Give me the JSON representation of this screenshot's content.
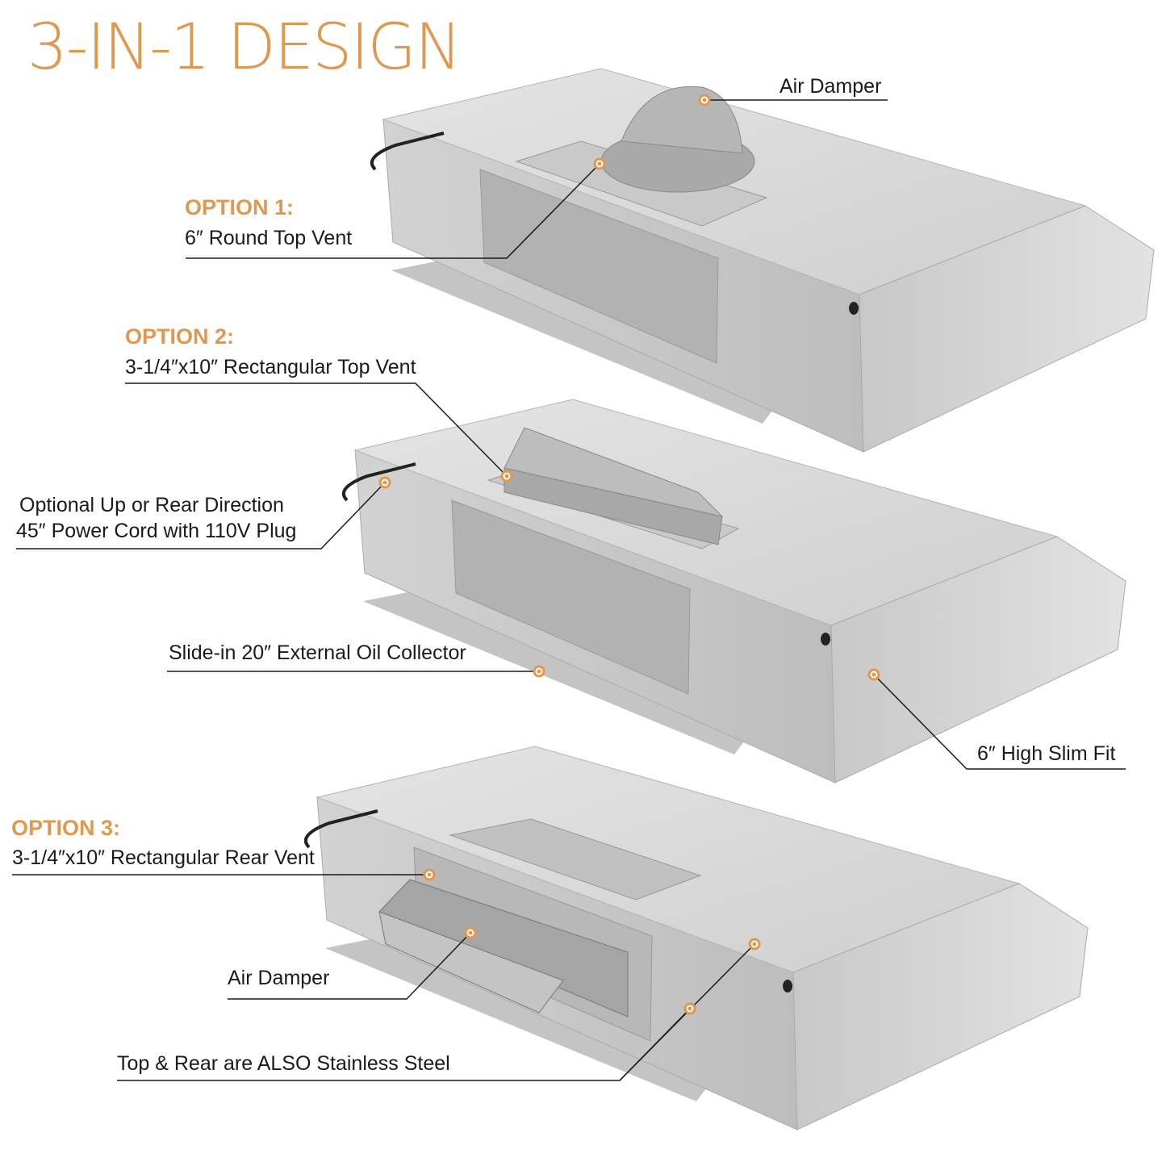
{
  "title": "3-IN-1 DESIGN",
  "accent_color": "#e0984f",
  "callouts": {
    "air_damper_top": "Air Damper",
    "option1_heading": "OPTION 1:",
    "option1_text": "6″ Round Top Vent",
    "option2_heading": "OPTION 2:",
    "option2_text": "3-1/4″x10″ Rectangular Top Vent",
    "power_cord_line1": "Optional Up or Rear Direction",
    "power_cord_line2": "45″ Power Cord with 110V Plug",
    "oil_collector": "Slide-in 20″ External Oil Collector",
    "slim_fit": "6″ High Slim Fit",
    "option3_heading": "OPTION 3:",
    "option3_text": "3-1/4″x10″ Rectangular Rear Vent",
    "air_damper_rear": "Air Damper",
    "stainless": "Top & Rear are ALSO Stainless Steel"
  }
}
